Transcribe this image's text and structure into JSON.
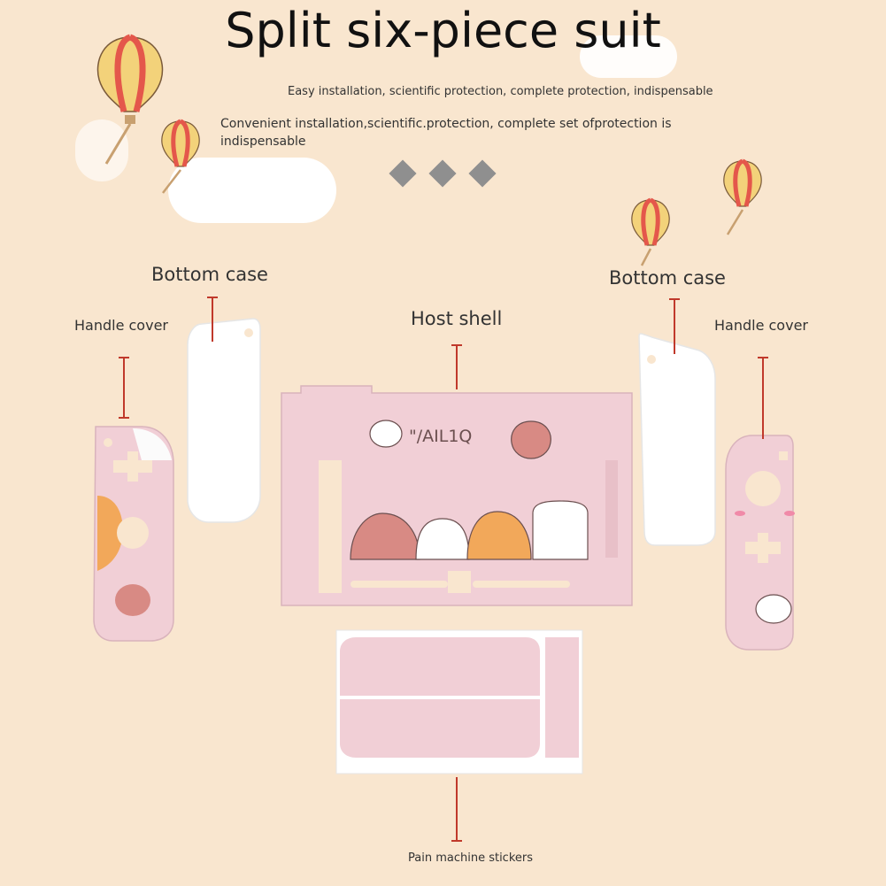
{
  "page": {
    "title": "Split six-piece suit",
    "subtitle_1": "Easy installation, scientific protection, complete protection, indispensable",
    "subtitle_2": "Convenient installation,scientific.protection, complete set ofprotection is indispensable"
  },
  "labels": {
    "bottom_case_left": "Bottom case",
    "bottom_case_right": "Bottom case",
    "host_shell": "Host shell",
    "handle_cover_left": "Handle cover",
    "handle_cover_right": "Handle cover",
    "stickers": "Pain machine stickers"
  },
  "product": {
    "shell_text": "\"/AIL1Q"
  },
  "colors": {
    "background": "#f9e6cf",
    "pink_shell": "#f1cfd6",
    "marker_red": "#c0392b",
    "diamond_gray": "#8f8f8f"
  }
}
